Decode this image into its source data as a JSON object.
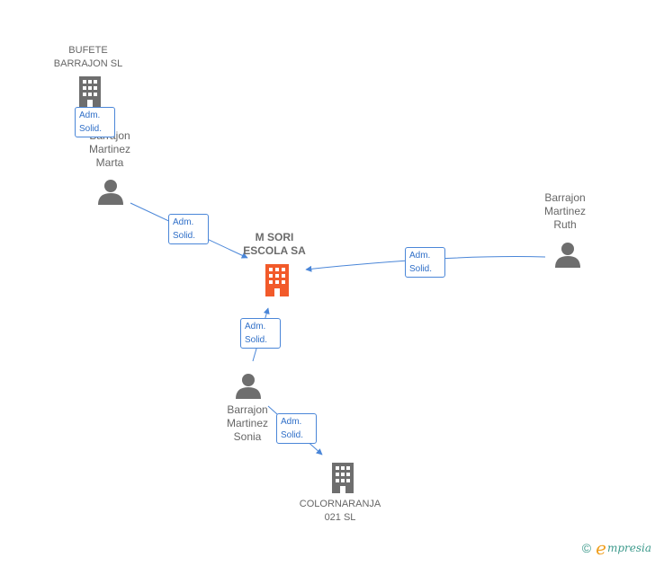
{
  "colors": {
    "edge": "#4a86d8",
    "focus_company": "#f25a2a",
    "company": "#6e6e6e",
    "person": "#6e6e6e",
    "brand_accent": "#f0a020",
    "brand_text": "#3d9a8c"
  },
  "nodes": {
    "bufete": {
      "label": "BUFETE\nBARRAJON SL",
      "icon": "building-icon"
    },
    "marta": {
      "label": "Barrajon\nMartinez\nMarta",
      "icon": "person-icon"
    },
    "msori": {
      "label": "M SORI\nESCOLA SA",
      "icon": "building-icon"
    },
    "ruth": {
      "label": "Barrajon\nMartinez\nRuth",
      "icon": "person-icon"
    },
    "sonia": {
      "label": "Barrajon\nMartinez\nSonia",
      "icon": "person-icon"
    },
    "colornaranja": {
      "label": "COLORNARANJA\n021 SL",
      "icon": "building-icon"
    }
  },
  "edges": {
    "bufete_marta": {
      "line1": "Adm.",
      "line2": "Solid."
    },
    "marta_msori": {
      "line1": "Adm.",
      "line2": "Solid."
    },
    "ruth_msori": {
      "line1": "Adm.",
      "line2": "Solid."
    },
    "sonia_msori": {
      "line1": "Adm.",
      "line2": "Solid."
    },
    "sonia_colornaranja": {
      "line1": "Adm.",
      "line2": "Solid."
    }
  },
  "brand": {
    "copyright": "©",
    "mark": "e",
    "word": "mpresia"
  }
}
